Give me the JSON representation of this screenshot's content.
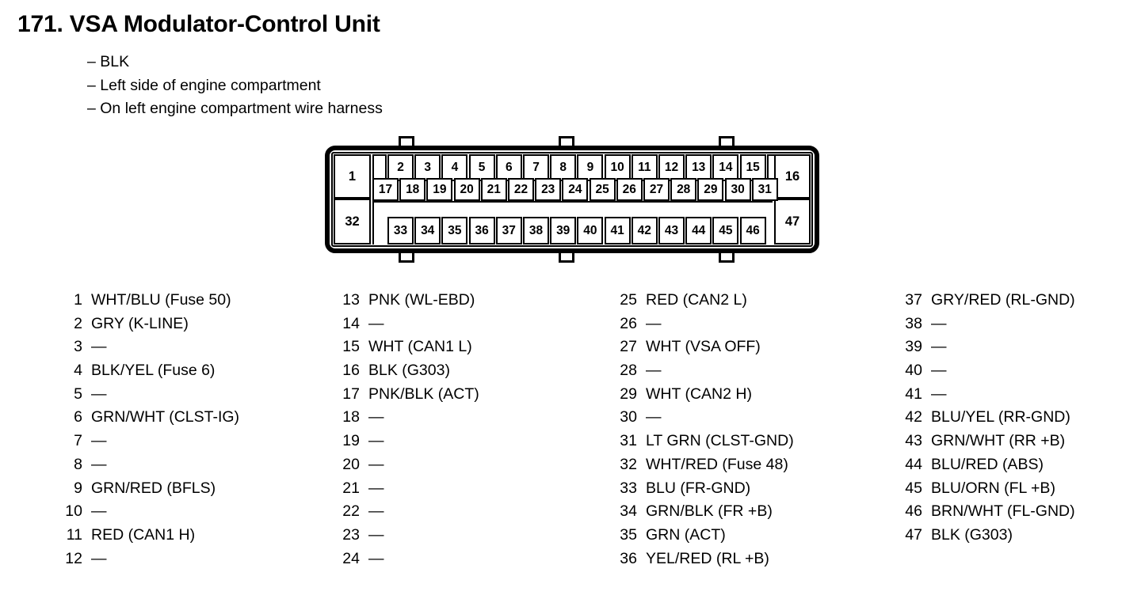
{
  "header": {
    "title": "171. VSA Modulator-Control Unit",
    "bullets": [
      "– BLK",
      "– Left side of engine compartment",
      "– On left engine compartment wire harness"
    ]
  },
  "connector": {
    "top_row_left_pin": "1",
    "top_row_pins": [
      "2",
      "3",
      "4",
      "5",
      "6",
      "7",
      "8",
      "9",
      "10",
      "11",
      "12",
      "13",
      "14",
      "15"
    ],
    "top_row_right_pin": "16",
    "second_row_pins": [
      "17",
      "18",
      "19",
      "20",
      "21",
      "22",
      "23",
      "24",
      "25",
      "26",
      "27",
      "28",
      "29",
      "30",
      "31"
    ],
    "bottom_row_left_pin": "32",
    "bottom_row_pins": [
      "33",
      "34",
      "35",
      "36",
      "37",
      "38",
      "39",
      "40",
      "41",
      "42",
      "43",
      "44",
      "45",
      "46"
    ],
    "bottom_row_right_pin": "47"
  },
  "legend": {
    "columns": [
      {
        "rows": [
          {
            "pin": "1",
            "label": "WHT/BLU (Fuse 50)"
          },
          {
            "pin": "2",
            "label": "GRY (K-LINE)"
          },
          {
            "pin": "3",
            "label": "—"
          },
          {
            "pin": "4",
            "label": "BLK/YEL (Fuse 6)"
          },
          {
            "pin": "5",
            "label": "—"
          },
          {
            "pin": "6",
            "label": "GRN/WHT (CLST-IG)"
          },
          {
            "pin": "7",
            "label": "—"
          },
          {
            "pin": "8",
            "label": "—"
          },
          {
            "pin": "9",
            "label": "GRN/RED (BFLS)"
          },
          {
            "pin": "10",
            "label": "—"
          },
          {
            "pin": "11",
            "label": "RED (CAN1 H)"
          },
          {
            "pin": "12",
            "label": "—"
          }
        ]
      },
      {
        "rows": [
          {
            "pin": "13",
            "label": "PNK (WL-EBD)"
          },
          {
            "pin": "14",
            "label": "—"
          },
          {
            "pin": "15",
            "label": "WHT (CAN1 L)"
          },
          {
            "pin": "16",
            "label": "BLK (G303)"
          },
          {
            "pin": "17",
            "label": "PNK/BLK (ACT)"
          },
          {
            "pin": "18",
            "label": "—"
          },
          {
            "pin": "19",
            "label": "—"
          },
          {
            "pin": "20",
            "label": "—"
          },
          {
            "pin": "21",
            "label": "—"
          },
          {
            "pin": "22",
            "label": "—"
          },
          {
            "pin": "23",
            "label": "—"
          },
          {
            "pin": "24",
            "label": "—"
          }
        ]
      },
      {
        "rows": [
          {
            "pin": "25",
            "label": "RED (CAN2 L)"
          },
          {
            "pin": "26",
            "label": "—"
          },
          {
            "pin": "27",
            "label": "WHT (VSA OFF)"
          },
          {
            "pin": "28",
            "label": "—"
          },
          {
            "pin": "29",
            "label": "WHT (CAN2 H)"
          },
          {
            "pin": "30",
            "label": "—"
          },
          {
            "pin": "31",
            "label": "LT GRN (CLST-GND)"
          },
          {
            "pin": "32",
            "label": "WHT/RED (Fuse 48)"
          },
          {
            "pin": "33",
            "label": "BLU (FR-GND)"
          },
          {
            "pin": "34",
            "label": "GRN/BLK (FR +B)"
          },
          {
            "pin": "35",
            "label": "GRN (ACT)"
          },
          {
            "pin": "36",
            "label": "YEL/RED (RL +B)"
          }
        ]
      },
      {
        "rows": [
          {
            "pin": "37",
            "label": "GRY/RED (RL-GND)"
          },
          {
            "pin": "38",
            "label": "—"
          },
          {
            "pin": "39",
            "label": "—"
          },
          {
            "pin": "40",
            "label": "—"
          },
          {
            "pin": "41",
            "label": "—"
          },
          {
            "pin": "42",
            "label": "BLU/YEL (RR-GND)"
          },
          {
            "pin": "43",
            "label": "GRN/WHT (RR +B)"
          },
          {
            "pin": "44",
            "label": "BLU/RED (ABS)"
          },
          {
            "pin": "45",
            "label": "BLU/ORN (FL +B)"
          },
          {
            "pin": "46",
            "label": "BRN/WHT (FL-GND)"
          },
          {
            "pin": "47",
            "label": "BLK (G303)"
          }
        ]
      }
    ]
  }
}
